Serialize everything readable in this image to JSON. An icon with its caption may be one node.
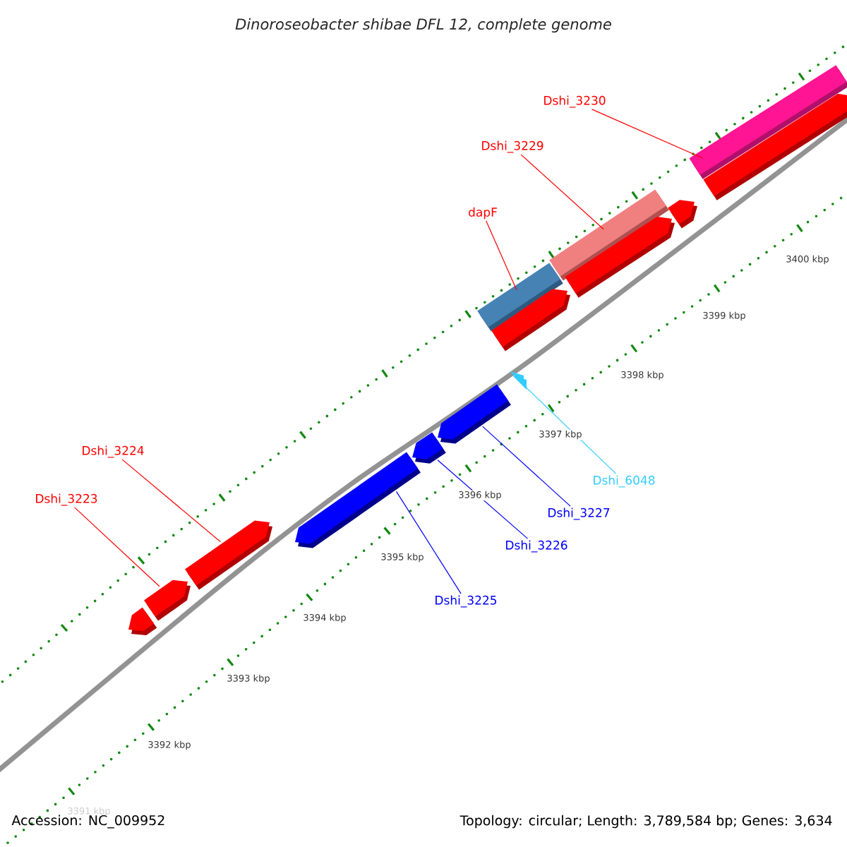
{
  "diagram": {
    "title": "Dinoroseobacter shibae DFL 12, complete genome",
    "nodes": [
      {
        "text": [
          "Dshi_3223"
        ]
      },
      {
        "text": [
          "Dshi_3224"
        ]
      },
      {
        "text": [
          "dapF"
        ]
      },
      {
        "text": [
          "Dshi_3229"
        ]
      },
      {
        "text": [
          "Dshi_3230"
        ]
      },
      {
        "text": [
          "Dshi_3225"
        ]
      },
      {
        "text": [
          "Dshi_3226"
        ]
      },
      {
        "text": [
          "Dshi_3227"
        ]
      },
      {
        "text": [
          "Dshi_6048"
        ]
      },
      {
        "text": [],
        "shape": "pentagon"
      },
      {
        "text": [],
        "shape": "pentagon"
      },
      {
        "text": [],
        "shape": "pentagon"
      },
      {
        "text": [],
        "shape": "pentagon"
      },
      {
        "text": [],
        "shape": "pentagon"
      },
      {
        "text": [],
        "shape": "pentagon"
      },
      {
        "text": [],
        "shape": "triangle"
      },
      {
        "text": [],
        "shape": "bar"
      },
      {
        "text": [],
        "shape": "pentagon"
      },
      {
        "text": [],
        "shape": "bar"
      },
      {
        "text": [],
        "shape": "pentagon"
      },
      {
        "text": [],
        "shape": "pentagon"
      },
      {
        "text": [],
        "shape": "bar"
      },
      {
        "text": [],
        "shape": "pentagon"
      }
    ],
    "edges": [
      {
        "from": 0,
        "to": 10,
        "arrow": "none"
      },
      {
        "from": 1,
        "to": 11,
        "arrow": "none"
      },
      {
        "from": 2,
        "to": 16,
        "arrow": "none"
      },
      {
        "from": 3,
        "to": 18,
        "arrow": "none"
      },
      {
        "from": 4,
        "to": 21,
        "arrow": "none"
      },
      {
        "from": 5,
        "to": 12,
        "arrow": "none",
        "color": "#0000ff"
      },
      {
        "from": 6,
        "to": 13,
        "arrow": "none",
        "color": "#0000ff"
      },
      {
        "from": 7,
        "to": 14,
        "arrow": "none",
        "color": "#0000ff"
      },
      {
        "from": 8,
        "to": 15,
        "arrow": "none",
        "color": "#33ccff"
      }
    ],
    "labels": [
      "3400 kbp",
      "3399 kbp",
      "3398 kbp",
      "3397 kbp",
      "3396 kbp",
      "3395 kbp",
      "3394 kbp",
      "3393 kbp",
      "3392 kbp",
      "3391 kbp",
      "Accession: NC_009952",
      "Topology: circular; Length: 3,789,584 bp; Genes: 3,634"
    ]
  }
}
